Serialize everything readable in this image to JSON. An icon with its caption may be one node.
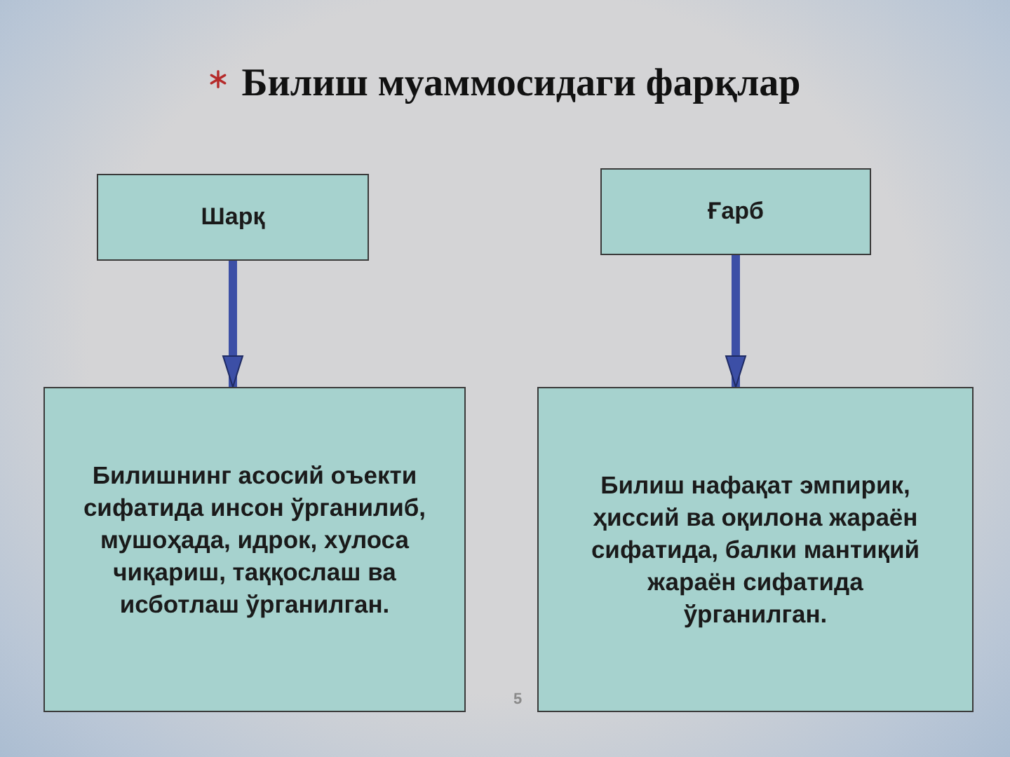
{
  "diagram": {
    "title": "Билиш муаммосидаги фарқлар",
    "nodes": [
      {
        "text": [
          "Шарқ"
        ]
      },
      {
        "text": [
          "Ғарб"
        ]
      },
      {
        "text": [
          "Билишнинг асосий оъекти сифатида инсон ўрганилиб, мушоҳада, идрок, хулоса чиқариш, таққослаш ва исботлаш ўрганилган."
        ]
      },
      {
        "text": [
          "Билиш нафақат эмпирик, ҳиссий ва оқилона жараён сифатида, балки мантиқий жараён сифатида ўрганилган."
        ]
      }
    ],
    "edges": [
      {
        "from": 0,
        "to": 2,
        "arrow": "to"
      },
      {
        "from": 1,
        "to": 3,
        "arrow": "to"
      }
    ],
    "labels": [
      "5"
    ]
  }
}
